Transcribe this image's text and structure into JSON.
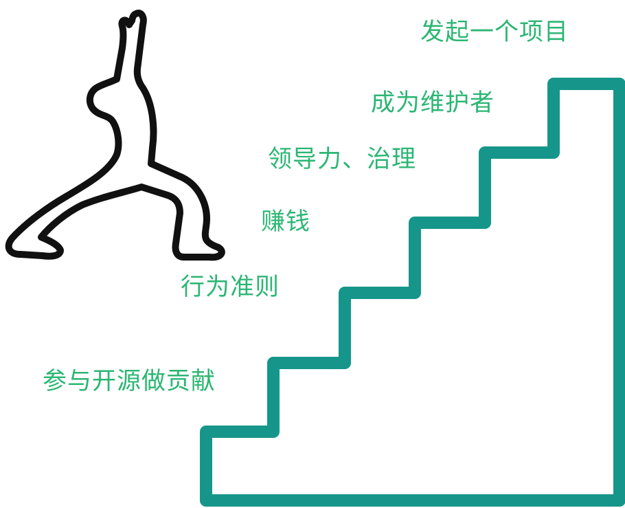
{
  "colors": {
    "label_green": "#2bb673",
    "staircase_teal": "#16968a",
    "figure_black": "#111111",
    "background": "#ffffff"
  },
  "figure": {
    "icon": "yoga-warrior-pose-outline-icon"
  },
  "staircase": {
    "icon": "staircase-outline-icon",
    "step_count": 6
  },
  "steps": [
    {
      "label": "参与开源做贡献"
    },
    {
      "label": "行为准则"
    },
    {
      "label": "赚钱"
    },
    {
      "label": "领导力、治理"
    },
    {
      "label": "成为维护者"
    },
    {
      "label": "发起一个项目"
    }
  ]
}
